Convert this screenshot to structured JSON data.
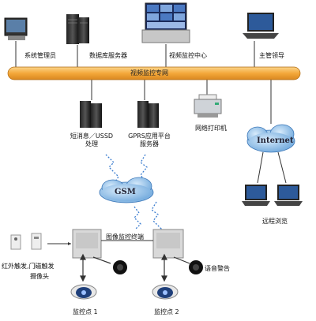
{
  "nodes": {
    "admin": "系统管理员",
    "db_server": "数据库服务器",
    "video_center": "视频监控中心",
    "leader": "主管领导",
    "sms_ussd": "短消息／USSD处理",
    "gprs_server": "GPRS应用平台服务器",
    "printer": "网络打印机",
    "internet": "Internet",
    "gsm": "GSM",
    "remote_view": "远程浏览",
    "terminal": "图像监控终端",
    "sensors": "红外触发,门磁触发",
    "camera": "摄像头",
    "voice_alarm": "语音警告",
    "site1": "监控点 1",
    "site2": "监控点 2"
  },
  "bus": {
    "label": "视频监控专网"
  },
  "colors": {
    "bus": "#f4a83a",
    "cloud": "#6fa8dc",
    "line": "#333333"
  }
}
